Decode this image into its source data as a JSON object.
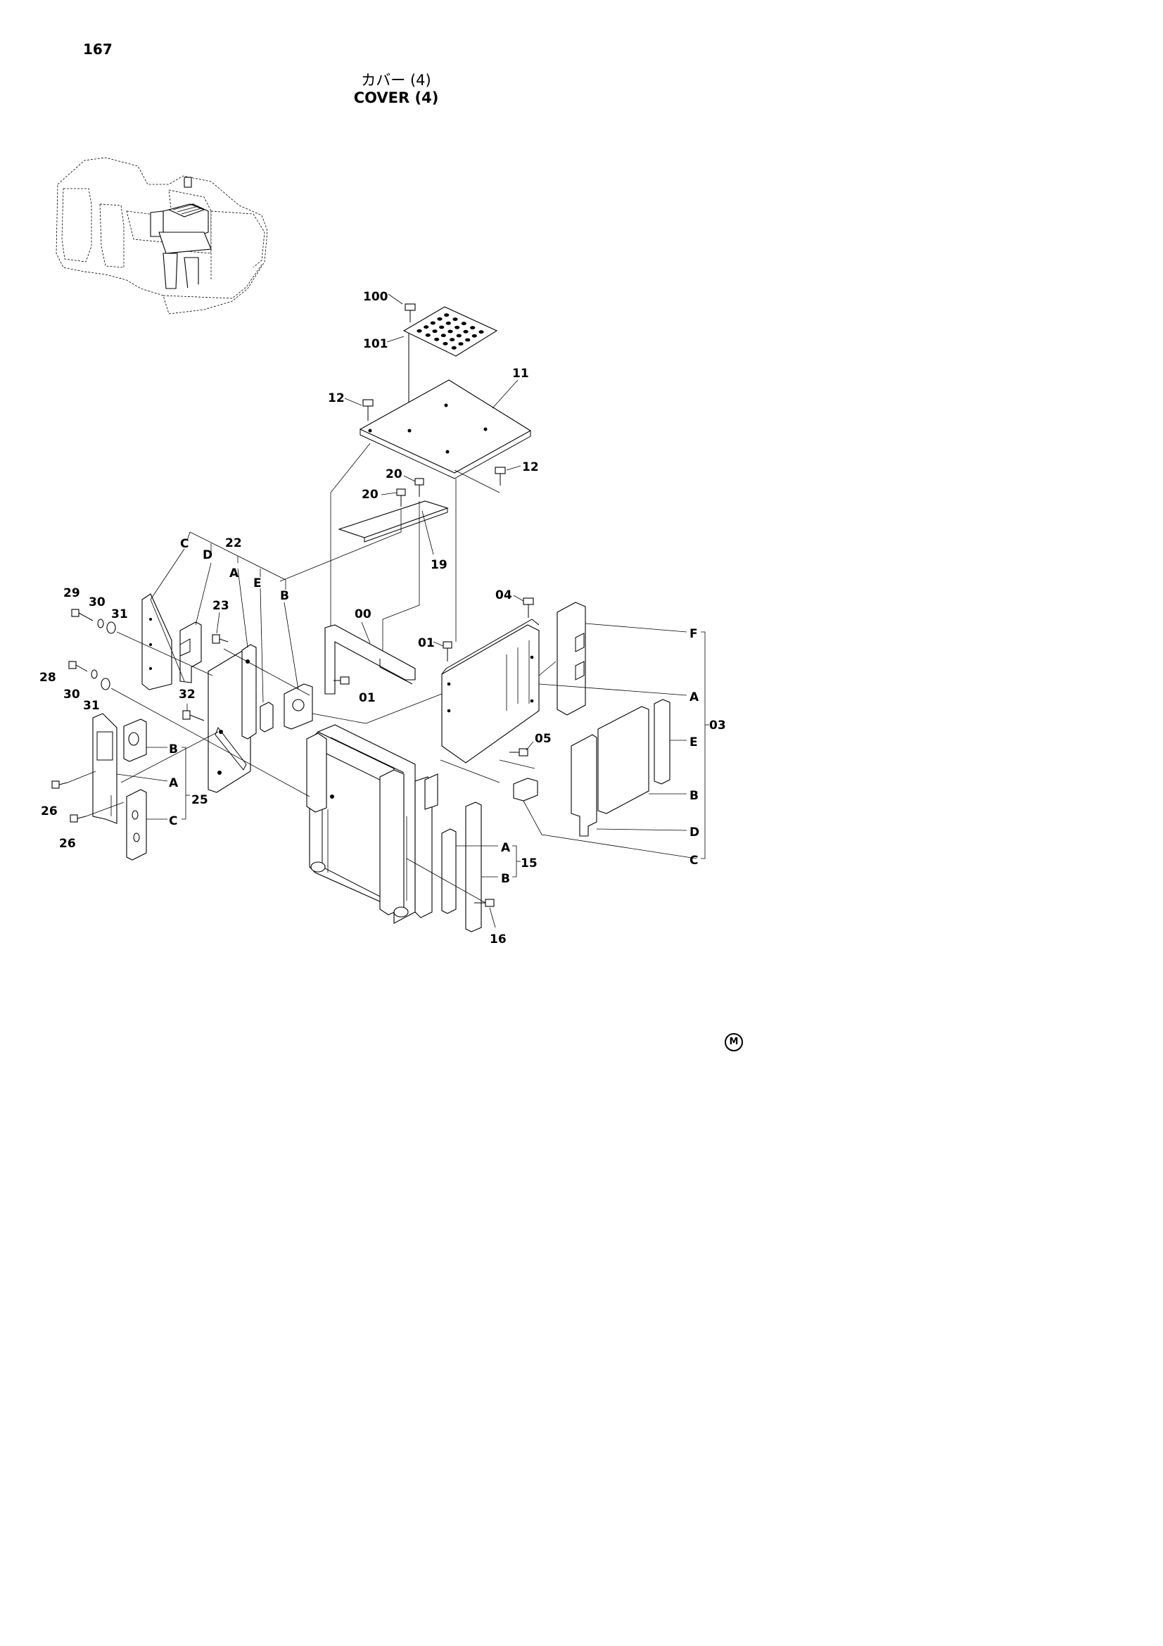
{
  "page_number": "167",
  "title_jp": "カバー (4)",
  "title_en": "COVER (4)",
  "callouts": {
    "c100": "100",
    "c101": "101",
    "c11": "11",
    "c12a": "12",
    "c12b": "12",
    "c20a": "20",
    "c20b": "20",
    "c19": "19",
    "c00": "00",
    "c01a": "01",
    "c01b": "01",
    "c04": "04",
    "c05": "05",
    "c22": "22",
    "c23": "23",
    "c29": "29",
    "c30a": "30",
    "c31a": "31",
    "c28": "28",
    "c30b": "30",
    "c31b": "31",
    "c32": "32",
    "c26a": "26",
    "c26b": "26",
    "c25": "25",
    "c16": "16",
    "c15": "15",
    "c03": "03",
    "C": "C",
    "D": "D",
    "A": "A",
    "E": "E",
    "B": "B",
    "B25": "B",
    "A25": "A",
    "C25": "C",
    "A15": "A",
    "B15": "B",
    "F03": "F",
    "A03": "A",
    "E03": "E",
    "B03": "B",
    "D03": "D",
    "C03": "C"
  },
  "mark": "M"
}
